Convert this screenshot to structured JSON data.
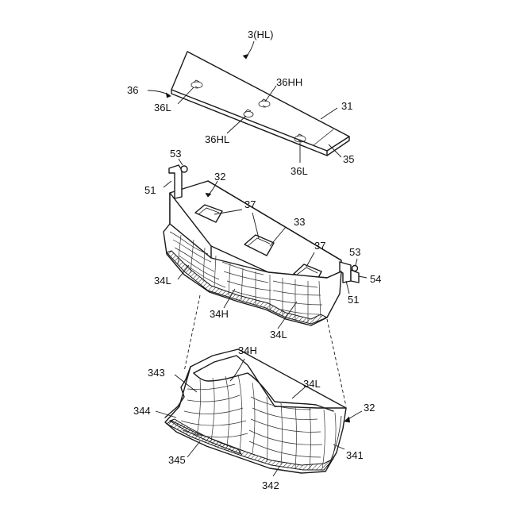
{
  "labels": {
    "title_ref": "3(HL)",
    "l36": "36",
    "l31": "31",
    "l36HH": "36HH",
    "l36L_a": "36L",
    "l36HL": "36HL",
    "l36L_b": "36L",
    "l35": "35",
    "l53_a": "53",
    "l51_a": "51",
    "l32_a": "32",
    "l37_a": "37",
    "l33": "33",
    "l37_b": "37",
    "l53_b": "53",
    "l54": "54",
    "l51_b": "51",
    "l34L_a": "34L",
    "l34H_a": "34H",
    "l34L_b": "34L",
    "l34H_b": "34H",
    "l343": "343",
    "l34L_c": "34L",
    "l32_b": "32",
    "l344": "344",
    "l341": "341",
    "l345": "345",
    "l342": "342"
  }
}
